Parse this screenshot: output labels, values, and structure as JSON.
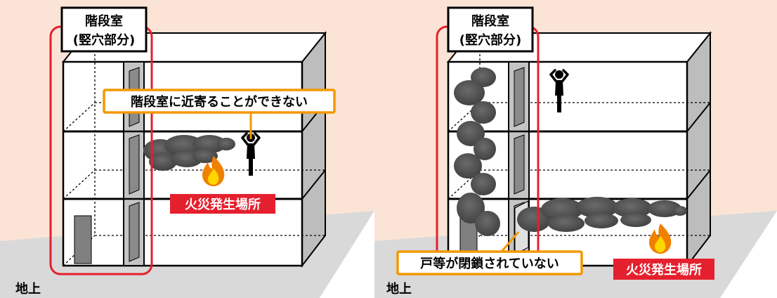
{
  "panels": [
    {
      "stairwell_title": "階段室",
      "stairwell_subtitle": "(竪穴部分)",
      "callout": "階段室に近寄ることができない",
      "fire_label": "火災発生場所",
      "ground_label": "地上"
    },
    {
      "stairwell_title": "階段室",
      "stairwell_subtitle": "(竪穴部分)",
      "callout": "戸等が閉鎖されていない",
      "fire_label": "火災発生場所",
      "ground_label": "地上"
    }
  ],
  "colors": {
    "background": "#fbe4d6",
    "ground": "#d9d9d9",
    "stairwell_outline": "#e5202e",
    "callout_border": "#f39800",
    "fire_label_bg": "#e5202e",
    "smoke": "#505050",
    "flame_outer": "#f08000",
    "flame_inner": "#ffd600"
  }
}
